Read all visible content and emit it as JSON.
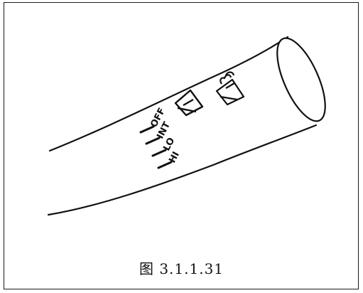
{
  "figure": {
    "caption": "图 3.1.1.31",
    "switch_positions": [
      {
        "label": "OFF"
      },
      {
        "label": "INT"
      },
      {
        "label": "LO"
      },
      {
        "label": "HI"
      }
    ],
    "symbols": [
      "front-wiper-icon",
      "washer-wiper-icon"
    ]
  }
}
